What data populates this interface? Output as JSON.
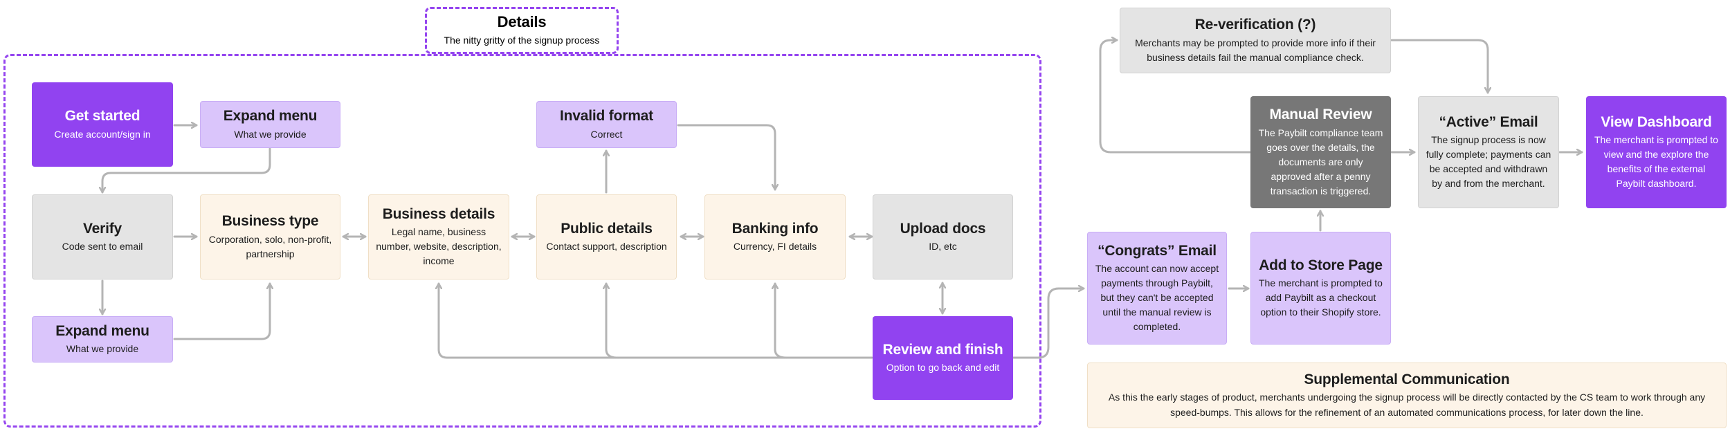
{
  "details_header": {
    "title": "Details",
    "subtitle": "The nitty gritty of the signup process"
  },
  "nodes": {
    "get_started": {
      "title": "Get started",
      "desc": "Create account/sign in"
    },
    "expand_menu_top": {
      "title": "Expand menu",
      "desc": "What we provide"
    },
    "verify": {
      "title": "Verify",
      "desc": "Code sent to email"
    },
    "expand_menu_bottom": {
      "title": "Expand menu",
      "desc": "What we provide"
    },
    "business_type": {
      "title": "Business type",
      "desc": "Corporation, solo, non-profit, partnership"
    },
    "business_details": {
      "title": "Business details",
      "desc": "Legal name, business number, website, description, income"
    },
    "invalid_format": {
      "title": "Invalid format",
      "desc": "Correct"
    },
    "public_details": {
      "title": "Public details",
      "desc": "Contact support, description"
    },
    "banking_info": {
      "title": "Banking info",
      "desc": "Currency, FI details"
    },
    "upload_docs": {
      "title": "Upload docs",
      "desc": "ID, etc"
    },
    "review_finish": {
      "title": "Review and finish",
      "desc": "Option to go back and edit"
    },
    "reverification": {
      "title": "Re-verification (?)",
      "desc": "Merchants may be prompted to provide more info if their business details fail the manual compliance check."
    },
    "manual_review": {
      "title": "Manual Review",
      "desc": "The Paybilt compliance team goes over the details, the documents are only approved after a penny transaction is triggered."
    },
    "active_email": {
      "title": "“Active” Email",
      "desc": "The signup process is now fully complete; payments can be accepted and withdrawn by and from the merchant."
    },
    "view_dashboard": {
      "title": "View Dashboard",
      "desc": "The merchant is prompted to view and the explore the benefits of the external Paybilt dashboard."
    },
    "congrats_email": {
      "title": "“Congrats” Email",
      "desc": "The account can now accept payments through Paybilt, but they can't be accepted until the manual review is completed."
    },
    "add_store": {
      "title": "Add to Store Page",
      "desc": "The merchant is prompted to add Paybilt as a checkout option to their Shopify store."
    },
    "supplemental": {
      "title": "Supplemental Communication",
      "desc": "As this the early stages of product, merchants undergoing the signup process will be directly contacted by the CS team to work through any speed-bumps. This allows for the refinement of an automated communications process, for later down the line."
    }
  },
  "colors": {
    "accent_purple": "#9143f0",
    "lavender": "#dac5fb",
    "cream": "#fdf4e8",
    "gray": "#e4e4e4",
    "dark_gray": "#777777",
    "connector": "#b4b4b4",
    "dashed_frame": "#9545ef"
  }
}
